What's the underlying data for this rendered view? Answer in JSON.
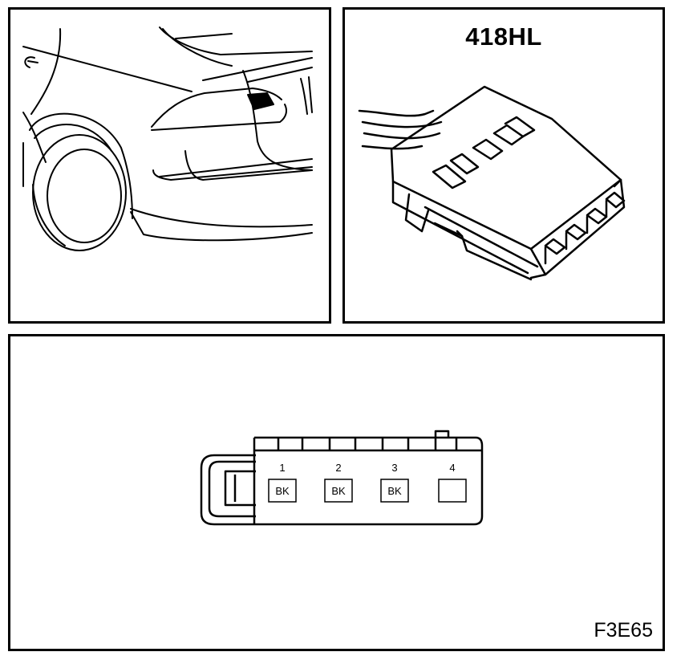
{
  "connector": {
    "id": "418HL",
    "figure_code": "F3E65",
    "pins": [
      {
        "number": "1",
        "color": "BK"
      },
      {
        "number": "2",
        "color": "BK"
      },
      {
        "number": "3",
        "color": "BK"
      },
      {
        "number": "4",
        "color": ""
      }
    ]
  },
  "icons": {
    "car": "car-rear-quarter-icon",
    "connector": "connector-3d-icon"
  }
}
